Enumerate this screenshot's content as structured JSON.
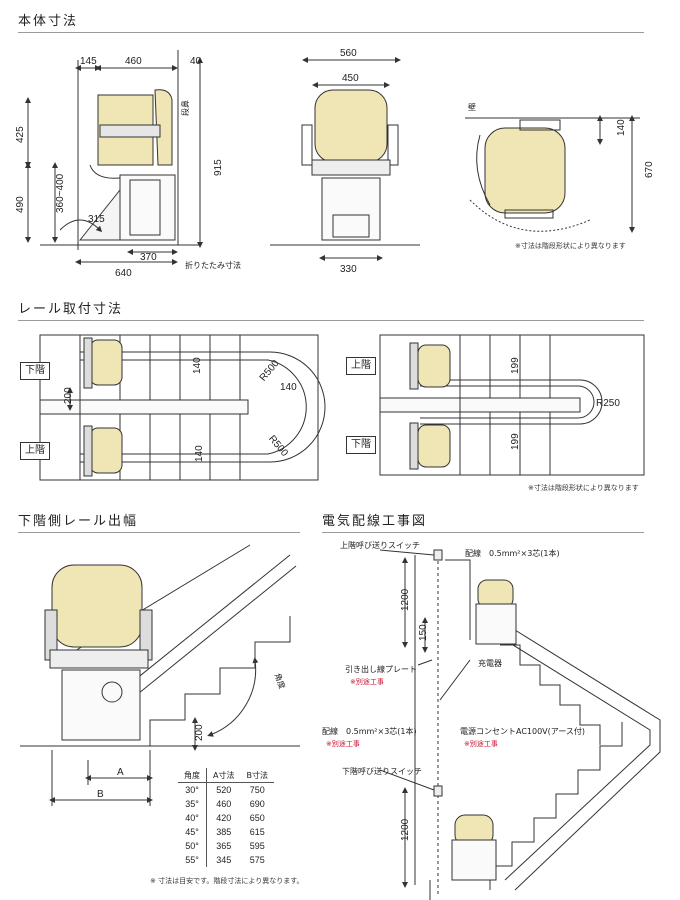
{
  "sections": {
    "body_dims": "本体寸法",
    "rail_dims": "レール取付寸法",
    "lower_rail": "下階側レール出幅",
    "wiring": "電気配線工事図"
  },
  "body_dims": {
    "side": {
      "d145": "145",
      "d460": "460",
      "d40": "40",
      "d425": "425",
      "d490": "490",
      "d360_400": "360~400",
      "d315": "315",
      "d915": "915",
      "d370": "370",
      "d640": "640",
      "step_label": "段鼻",
      "fold_label": "折りたたみ寸法"
    },
    "front": {
      "d560": "560",
      "d450": "450",
      "d330": "330"
    },
    "top": {
      "wall": "壁",
      "d140": "140",
      "d670": "670",
      "note": "※寸法は階段形状により異なります"
    }
  },
  "rail_dims": {
    "left": {
      "lower": "下階",
      "upper": "上階",
      "d200": "200",
      "d140a": "140",
      "d140b": "140",
      "d140c": "140",
      "r500a": "R500",
      "r500b": "R500"
    },
    "right": {
      "upper": "上階",
      "lower": "下階",
      "d199a": "199",
      "d199b": "199",
      "r250": "R250"
    },
    "note": "※寸法は階段形状により異なります"
  },
  "lower_rail": {
    "angle_label": "角度",
    "d200": "200",
    "a_label": "A",
    "b_label": "B",
    "table": {
      "headers": [
        "角度",
        "A寸法",
        "B寸法"
      ],
      "rows": [
        [
          "30°",
          "520",
          "750"
        ],
        [
          "35°",
          "460",
          "690"
        ],
        [
          "40°",
          "420",
          "650"
        ],
        [
          "45°",
          "385",
          "615"
        ],
        [
          "50°",
          "365",
          "595"
        ],
        [
          "55°",
          "345",
          "575"
        ]
      ]
    },
    "note": "※ 寸法は目安です。階段寸法により異なります。"
  },
  "wiring": {
    "upper_switch": "上階呼び送りスイッチ",
    "wire_top": "配線　0.5mm²×3芯(1本)",
    "d1200_top": "1200",
    "d150": "150",
    "plate": "引き出し線プレート",
    "separate1": "※別途工事",
    "charger": "充電器",
    "wire_mid": "配線　0.5mm²×3芯(1本)",
    "separate2": "※別途工事",
    "outlet": "電源コンセントAC100V(アース付)",
    "separate3": "※別途工事",
    "lower_switch": "下階呼び送りスイッチ",
    "d1200_bottom": "1200"
  },
  "colors": {
    "seat": "#efe5b5",
    "frame": "#333333",
    "accent_red": "#c8102e",
    "rule": "#9a9a9a"
  }
}
